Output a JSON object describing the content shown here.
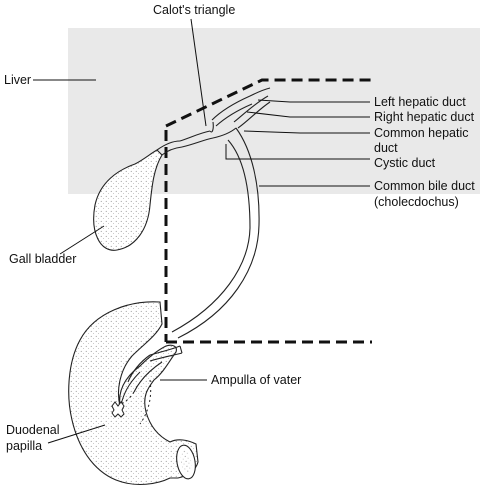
{
  "labels": {
    "calots_triangle": "Calot's triangle",
    "liver": "Liver",
    "left_hepatic_duct": "Left hepatic duct",
    "right_hepatic_duct": "Right hepatic duct",
    "common_hepatic_duct_line1": "Common hepatic",
    "common_hepatic_duct_line2": "duct",
    "cystic_duct": "Cystic duct",
    "common_bile_duct_line1": "Common bile duct",
    "common_bile_duct_line2": "(cholecdochus)",
    "gall_bladder": "Gall bladder",
    "ampulla_of_vater": "Ampulla of vater",
    "duodenal_papilla_line1": "Duodenal",
    "duodenal_papilla_line2": "papilla"
  },
  "colors": {
    "liver_fill": "#e9e9e9",
    "line": "#111111"
  }
}
